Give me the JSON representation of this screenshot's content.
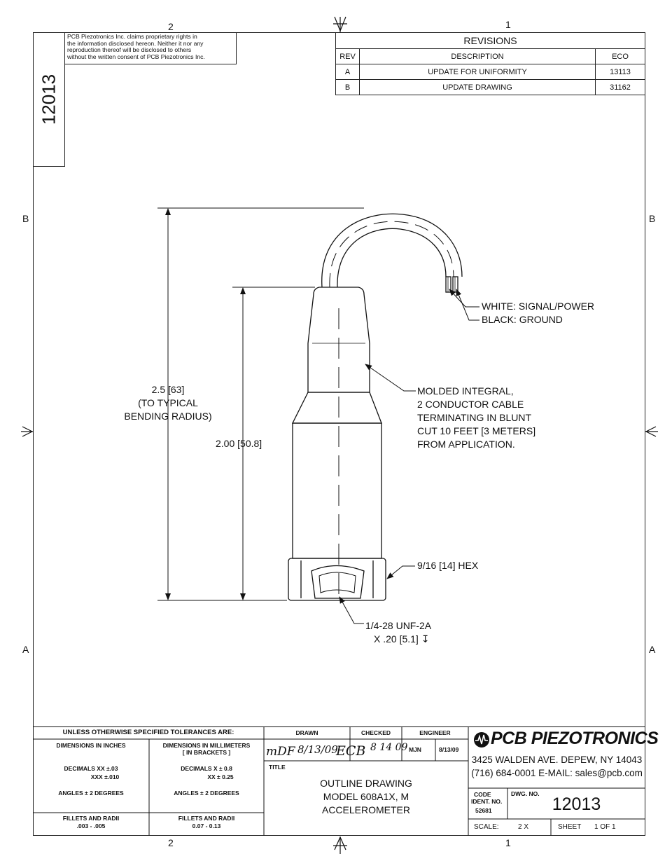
{
  "zones": {
    "top_left": "2",
    "top_right": "1",
    "bottom_left": "2",
    "bottom_right": "1",
    "left_upper": "B",
    "right_upper": "B",
    "left_lower": "A",
    "right_lower": "A"
  },
  "side_drawing_number": "12013",
  "proprietary_notice": [
    "PCB Piezotronics Inc. claims proprietary rights in",
    "the information disclosed hereon.  Neither it nor any",
    "reproduction thereof will be disclosed to others",
    "without the written consent of PCB Piezotronics Inc."
  ],
  "revisions": {
    "title": "REVISIONS",
    "headers": [
      "REV",
      "DESCRIPTION",
      "ECO"
    ],
    "rows": [
      {
        "rev": "A",
        "description": "UPDATE FOR UNIFORMITY",
        "eco": "13113"
      },
      {
        "rev": "B",
        "description": "UPDATE DRAWING",
        "eco": "31162"
      }
    ]
  },
  "callouts": {
    "wire_white": "WHITE: SIGNAL/POWER",
    "wire_black": "BLACK: GROUND",
    "cable": [
      "MOLDED INTEGRAL,",
      "2 CONDUCTOR CABLE",
      "TERMINATING IN BLUNT",
      "CUT 10 FEET [3 METERS]",
      "FROM APPLICATION."
    ],
    "hex": "9/16 [14] HEX",
    "thread": [
      "1/4-28 UNF-2A",
      "X .20 [5.1] ↧"
    ]
  },
  "dimensions": {
    "overall": [
      "2.5 [63]",
      "(TO TYPICAL",
      "BENDING RADIUS)"
    ],
    "body": "2.00 [50.8]"
  },
  "title_block": {
    "tolerance_header": "UNLESS OTHERWISE SPECIFIED TOLERANCES ARE:",
    "inch_header": "DIMENSIONS  IN INCHES",
    "mm_header": [
      "DIMENSIONS IN MILLIMETERS",
      "[ IN BRACKETS ]"
    ],
    "inch_decimals": [
      "DECIMALS   XX  ±.03",
      "XXX  ±.010"
    ],
    "mm_decimals": [
      "DECIMALS   X  ± 0.8",
      "XX  ± 0.25"
    ],
    "inch_angles": "ANGLES  ± 2 DEGREES",
    "mm_angles": "ANGLES  ± 2 DEGREES",
    "inch_fillets": [
      "FILLETS AND RADII",
      ".003 - .005"
    ],
    "mm_fillets": [
      "FILLETS AND RADII",
      "0.07 - 0.13"
    ],
    "drawn_label": "DRAWN",
    "checked_label": "CHECKED",
    "engineer_label": "ENGINEER",
    "drawn_sig": "mDF",
    "drawn_date": "8/13/09",
    "checked_sig": "ECB",
    "checked_date": "8 14 09",
    "engineer_name": "MJN",
    "engineer_date": "8/13/09",
    "title_label": "TITLE",
    "title_lines": [
      "OUTLINE DRAWING",
      "MODEL 608A1X, M",
      "ACCELEROMETER"
    ],
    "company": "PCB PIEZOTRONICS",
    "address": "3425 WALDEN AVE. DEPEW, NY 14043",
    "contact": "(716)  684-0001 E-MAIL:  sales@pcb.com",
    "code_ident_label": [
      "CODE",
      "IDENT. NO."
    ],
    "code_ident": "52681",
    "dwg_no_label": "DWG. NO.",
    "dwg_no": "12013",
    "scale_label": "SCALE:",
    "scale": "2 X",
    "sheet_label": "SHEET",
    "sheet": "1 OF 1"
  }
}
